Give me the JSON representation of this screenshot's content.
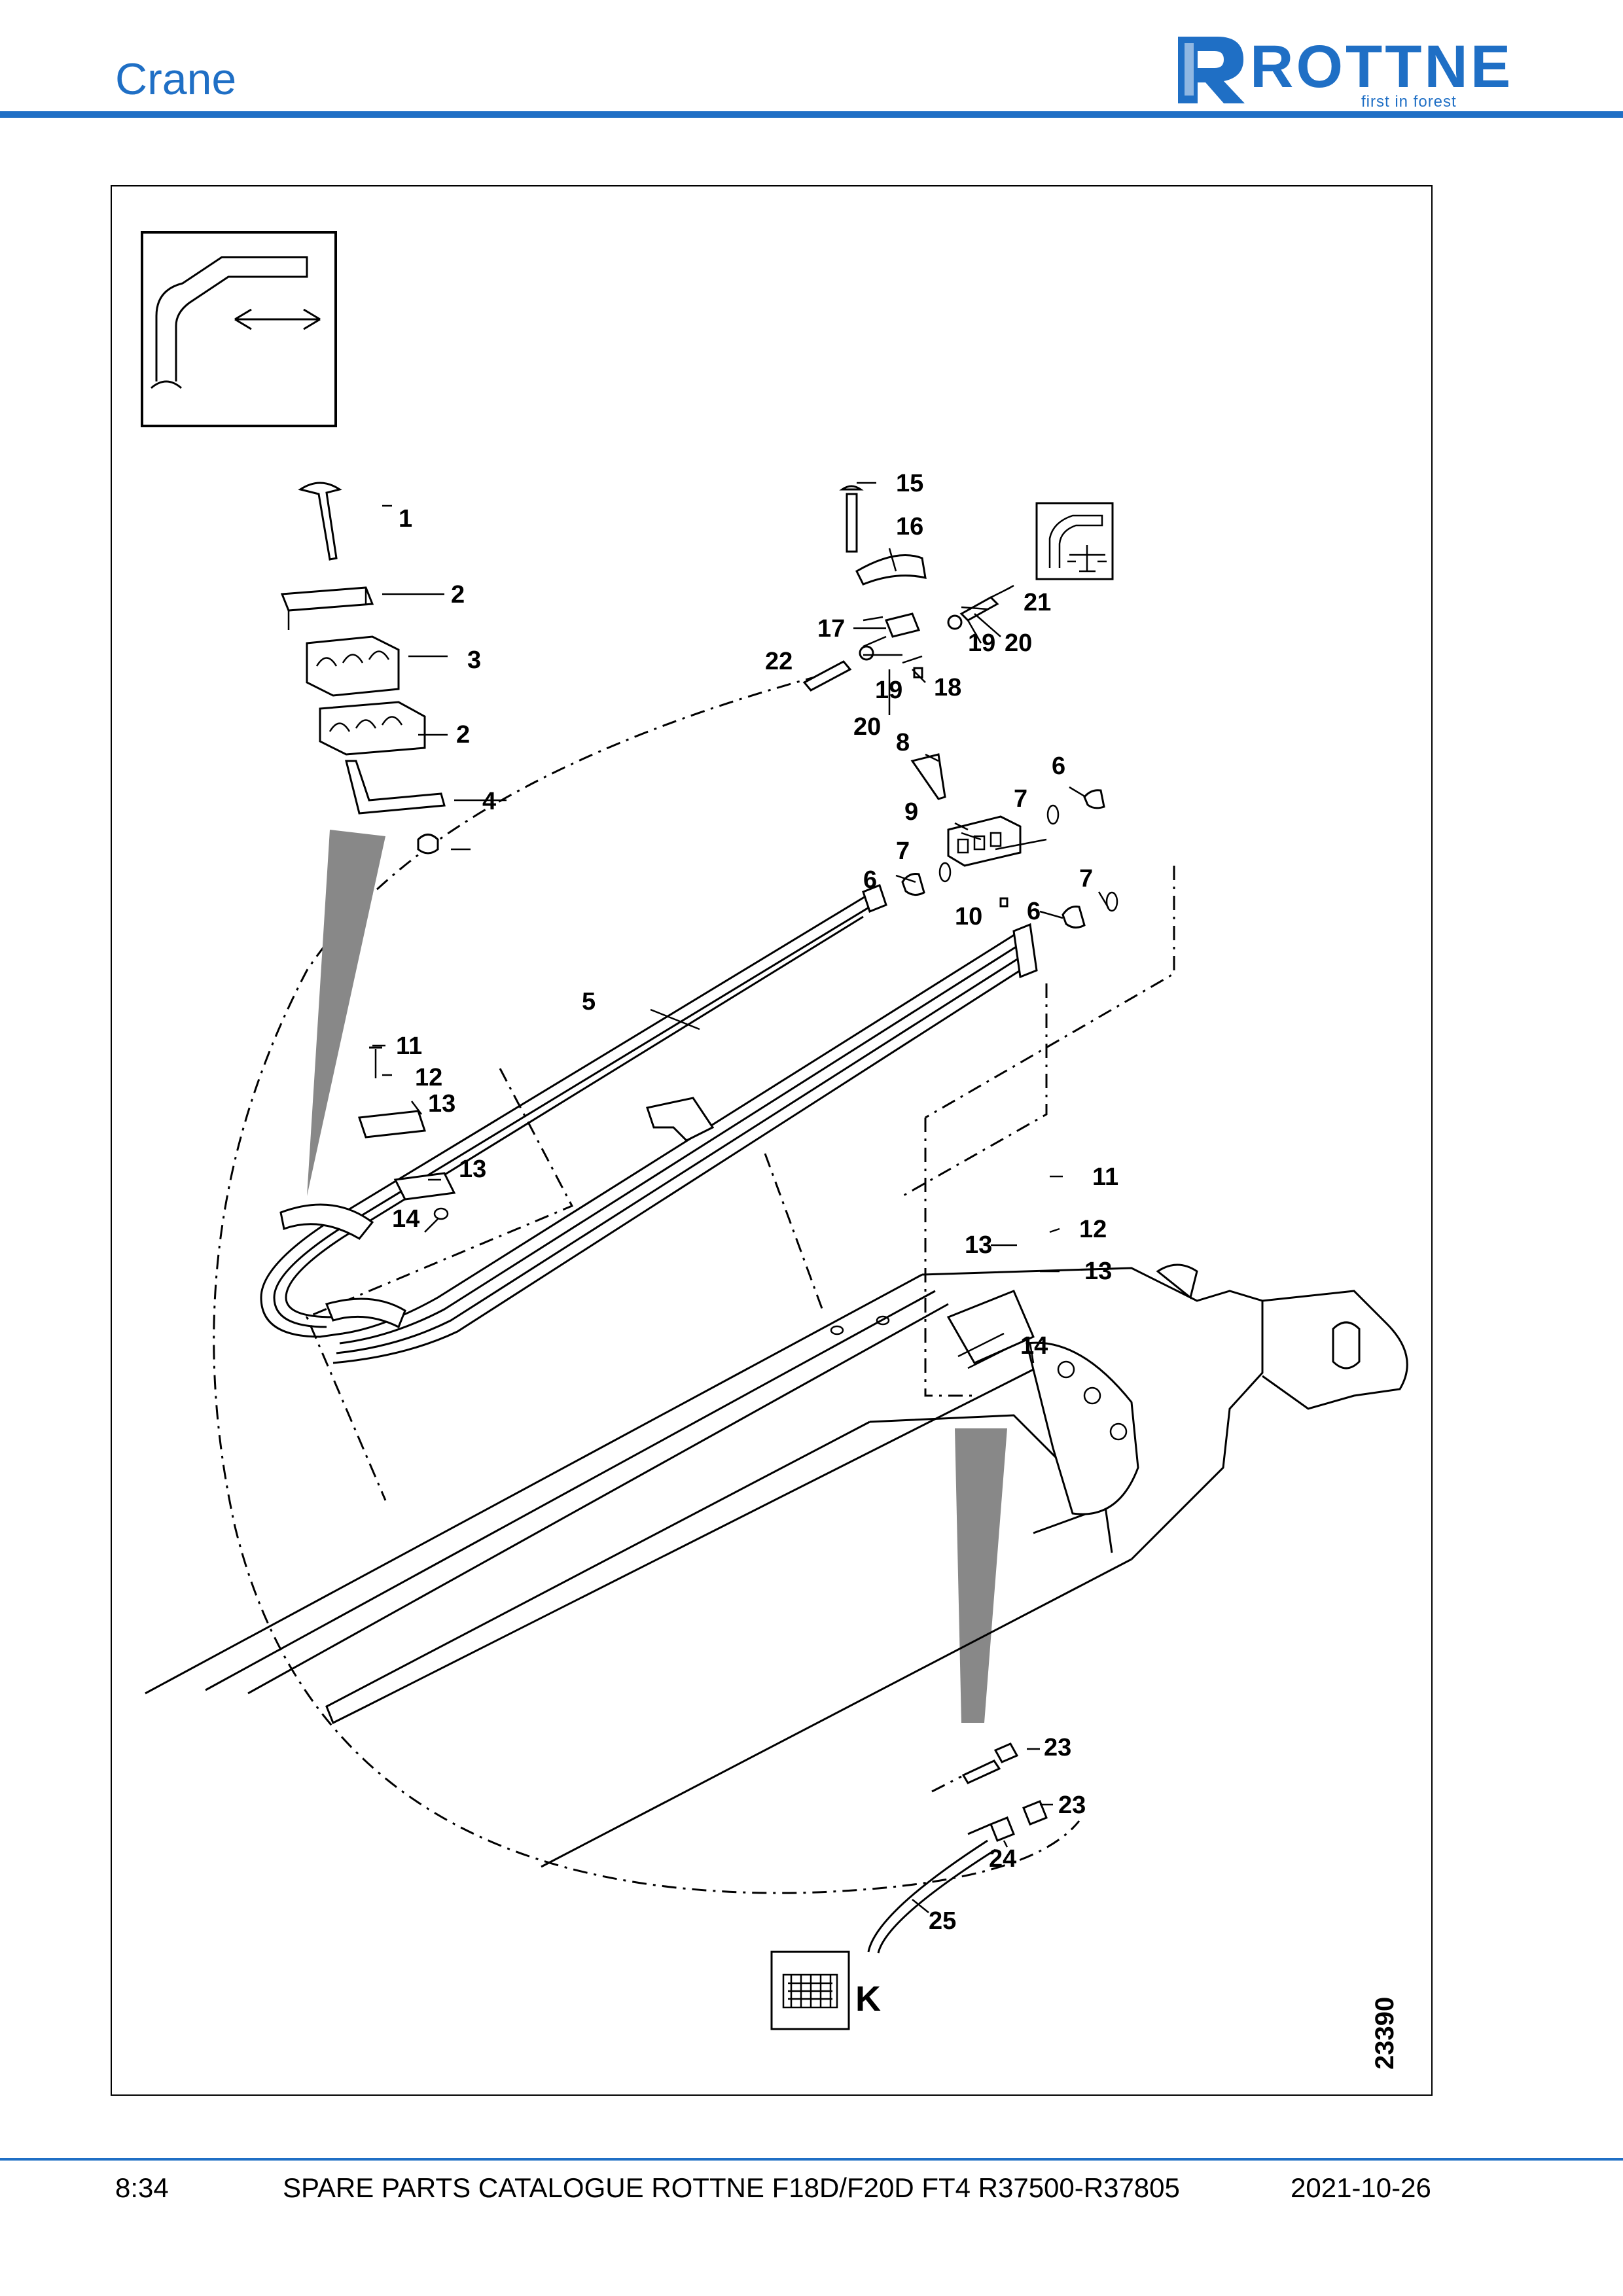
{
  "header": {
    "title": "Crane",
    "logo_text": "ROTTNE",
    "logo_tagline": "first in forest",
    "brand_color": "#1f6fc5"
  },
  "drawing": {
    "drawing_number": "23390",
    "callouts": [
      "1",
      "2",
      "3",
      "2",
      "4",
      "15",
      "16",
      "21",
      "17",
      "19",
      "20",
      "22",
      "19",
      "18",
      "20",
      "8",
      "6",
      "7",
      "9",
      "7",
      "6",
      "7",
      "10",
      "6",
      "5",
      "11",
      "12",
      "13",
      "13",
      "14",
      "11",
      "12",
      "13",
      "13",
      "14",
      "23",
      "23",
      "24",
      "25",
      "K"
    ],
    "icons": [
      "crane-boom-extension-icon",
      "crane-balance-icon",
      "control-module-connector-icon"
    ]
  },
  "footer": {
    "page": "8:34",
    "catalogue": "SPARE PARTS CATALOGUE ROTTNE F18D/F20D FT4 R37500-R37805",
    "date": "2021-10-26"
  }
}
